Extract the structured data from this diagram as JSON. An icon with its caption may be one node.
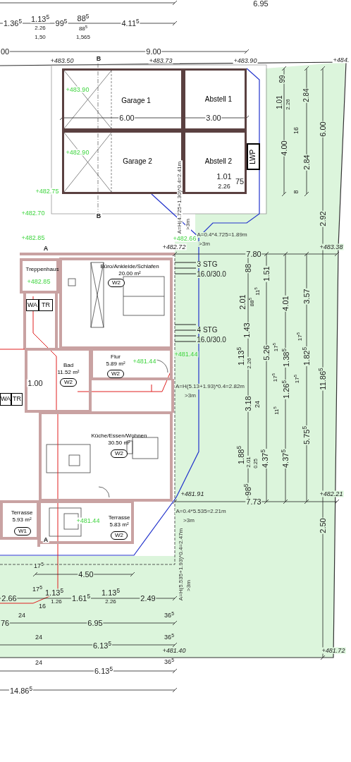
{
  "diagram": {
    "nodes": [
      {
        "text": [
          "Garage 1"
        ]
      },
      {
        "text": [
          "Abstell 1"
        ]
      },
      {
        "text": [
          "Garage 2"
        ]
      },
      {
        "text": [
          "Abstell 2"
        ]
      },
      {
        "text": [
          "LWP"
        ]
      },
      {
        "text": [
          "Treppenhaus"
        ]
      },
      {
        "text": [
          "Büro/Ankleide/Schlafen",
          "20.00 m²"
        ]
      },
      {
        "text": [
          "W2"
        ],
        "in": 6
      },
      {
        "text": [
          "WA"
        ]
      },
      {
        "text": [
          "TR"
        ]
      },
      {
        "text": [
          "Bad",
          "11.52 m²"
        ]
      },
      {
        "text": [
          "W2"
        ],
        "in": 10
      },
      {
        "text": [
          "Flur",
          "5.89 m²"
        ]
      },
      {
        "text": [
          "W2"
        ],
        "in": 12
      },
      {
        "text": [
          "WA"
        ]
      },
      {
        "text": [
          "TR"
        ]
      },
      {
        "text": [
          "Küche/Essen/Wohnen",
          "30.50 m²"
        ]
      },
      {
        "text": [
          "W2"
        ],
        "in": 16
      },
      {
        "text": [
          "Terrasse",
          "5.93 m²"
        ]
      },
      {
        "text": [
          "W1"
        ],
        "in": 18
      },
      {
        "text": [
          "Terrasse",
          "5.83 m²"
        ]
      },
      {
        "text": [
          "W2"
        ],
        "in": 20
      }
    ],
    "labels": [
      "6.95",
      "1.36$^{5}$",
      "1.13$^{5}$",
      "99$^{5}$",
      "88$^{5}$",
      "4.11$^{5}$",
      "2.26",
      "88$^{5}$",
      "1,50",
      "1,565",
      "00",
      "9.00",
      "+483.50",
      "B",
      "+483.73",
      "+483.90",
      "+484.",
      "99",
      "+483.90",
      "1.01",
      "2.26",
      "2.84",
      "6.00",
      "3.00",
      "6.00",
      "16",
      "4.00",
      "+482.90",
      "2.84",
      "1.01",
      "2.26",
      "75",
      "A=H(4.725+1.30)*0.4=2.41m",
      "8",
      "+482.75",
      "+482.70",
      "B",
      ">3m",
      "2.92",
      "A=0.4*4.725=1.89m",
      ">3m",
      "+482.85",
      "+482.66",
      "A",
      "+482.72",
      "+483.38",
      "7.80",
      "3 STG",
      "16.0/30.0",
      "88",
      "1.51",
      "2.01",
      "88$^{5}$",
      "11$^{5}$",
      "4.01",
      "3.57",
      "4 STG",
      "16.0/30.0",
      "1.43",
      "17$^{5}$",
      "17$^{5}$",
      "1.13$^{5}$",
      "2.26",
      "5.26",
      "1.38$^{5}$",
      "1.82$^{5}$",
      "11.86$^{5}$",
      "17$^{5}$",
      "17$^{5}$",
      "1.26$^{5}$",
      "A=H(5.13+1.93)*0.4=2.82m",
      ">3m",
      "3.18",
      "24",
      "11$^{5}$",
      "5.75$^{5}$",
      "1.88$^{5}$",
      "2.01",
      "0.25",
      "4.37$^{5}$",
      "4.37$^{5}$",
      "98$^{5}$",
      "+481.91",
      "+482.21",
      "7.73",
      "A=0.4*5.535=2.21m",
      "+481.44",
      ">3m",
      "2.50",
      "A",
      "A=H(5.535+1.93)*0.4=2.47m",
      ">3m",
      "17$^{5}$",
      "4.50",
      "17$^{5}$",
      "1.13$^{5}$",
      "2.66",
      "1.61$^{5}$",
      "1.13$^{5}$",
      "2.49",
      "1.26",
      "2.26",
      "16",
      "24",
      "36$^{5}$",
      "76",
      "6.95",
      "24",
      "36$^{5}$",
      "6.13$^{5}$",
      "+481.40",
      "+481.72",
      "24",
      "36$^{5}$",
      "6.13$^{5}$",
      "14.86$^{5}$",
      "+481.44",
      "+481.44",
      "+482.85",
      "1.00"
    ]
  }
}
